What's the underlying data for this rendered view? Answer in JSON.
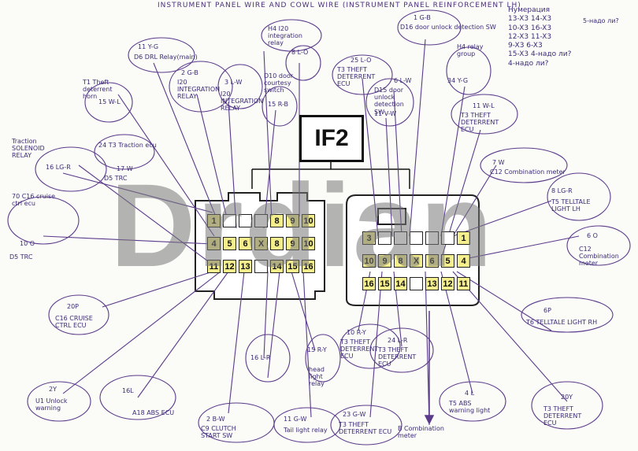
{
  "title": "INSTRUMENT PANEL WIRE AND COWL WIRE (INSTRUMENT PANEL REINFORCEMENT LH)",
  "connector_label": "IF2",
  "watermark": "Drdian",
  "notes": {
    "header": "Нумерация",
    "lines": [
      "13-X3  14-X3",
      "10-X3  16-X3",
      "12-X3  11-X3",
      "9-X3   6-X3",
      "15-X3  4-надо ли?",
      "         4-надо ли?"
    ],
    "side": "5-надо ли?"
  },
  "left_pins": [
    {
      "row": 1,
      "labels": [
        "1",
        "",
        "",
        "",
        "8",
        "9",
        "10"
      ]
    },
    {
      "row": 2,
      "labels": [
        "4",
        "5",
        "6",
        "X",
        "8",
        "9",
        "10"
      ]
    },
    {
      "row": 3,
      "labels": [
        "11",
        "12",
        "13",
        "",
        "14",
        "15",
        "16"
      ]
    }
  ],
  "labels": {
    "t1_theft": "T1 Theft deterrent horn",
    "w_l_15": "15 W-L",
    "y_g_11": "11 Y-G",
    "d6_drl": "D6 DRL Relay(main)",
    "g_b_2": "2 G-B",
    "i20_int_relay": "I20 INTEGRATION RELAY",
    "l_w_3": "3 L-W",
    "i20_int_relay2": "I20 INTEGRATION RELAY",
    "h4_i20": "H4 I20 integration relay",
    "l_o_8": "8 L-O",
    "d10_door": "D10 door courtesy switch",
    "r_b_15": "15 R-B",
    "g_b_1": "1 G-B",
    "d16_door": "D16 door unlock detection SW",
    "lo_25": "25 L-O",
    "t3_theft_ecu": "T3 THEFT DETERRENT ECU",
    "l_w_6": "6 L-W",
    "d15_door": "D15 door unlock detection SW",
    "v_w_11": "11 V-W",
    "h4_relay": "H4 relay group",
    "y_g_34": "34 Y-G",
    "w_l_11": "11 W-L",
    "t3_theft_ecu2": "T3 THEFT DETERRENT ECU",
    "traction_relay": "Traction SOLENOID RELAY",
    "t3_traction": "24 T3 Traction ecu",
    "lg_r_16": "16 LG-R",
    "d5_trc": "D5 TRC",
    "w_17": "17 W",
    "c_w_7": "7 W",
    "c12_combo": "C12 Combination meter",
    "lg_r_8": "8 LG-R",
    "t5_telltale": "T5 TELLTALE LIGHT LH",
    "c16_cruise": "70 C16 cruise ctrl ecu",
    "o_10": "10 O",
    "d5_trc2": "D5 TRC",
    "o_6": "6 O",
    "c12_meter": "C12 Combination meter",
    "p_20": "20P",
    "c16_cruise2": "C16 CRUISE CTRL ECU",
    "r_y_10": "10 R-Y",
    "t3_ecu3": "T3 THEFT DETERRENT ECU",
    "l_r_24": "24 L-R",
    "t3_ecu4": "T3 THEFT DETERRENT ECU",
    "p_6": "6P",
    "t6_telltale": "T6 TELLTALE LIGHT RH",
    "l_r_16": "16 L-R",
    "r_y_15": "15 R-Y",
    "head_light": "head light relay",
    "y_2": "2Y",
    "u1_unlock": "U1 Unlock warning",
    "l_16": "16L",
    "a18_abs": "A18 ABS ECU",
    "b_w_2": "2 B-W",
    "c9_clutch": "C9 CLUTCH START SW",
    "g_w_11": "11 G-W",
    "taillight": "Tail light relay",
    "g_w_23": "23 G-W",
    "t3_ecu5": "T3 THEFT DETERRENT ECU",
    "b_combo": "B Combination meter",
    "l_4": "4 L",
    "t5_abs": "T5 ABS warning light",
    "y_20": "20Y",
    "t3_ecu6": "T3 THEFT DETERRENT ECU"
  },
  "right_pins": [
    {
      "row": 1,
      "labels": [
        "3",
        "",
        "",
        "",
        "",
        "",
        "1"
      ]
    },
    {
      "row": 2,
      "labels": [
        "10",
        "9",
        "8",
        "X",
        "6",
        "5",
        "4"
      ]
    },
    {
      "row": 3,
      "labels": [
        "16",
        "15",
        "14",
        "",
        "13",
        "12",
        "11"
      ]
    }
  ]
}
